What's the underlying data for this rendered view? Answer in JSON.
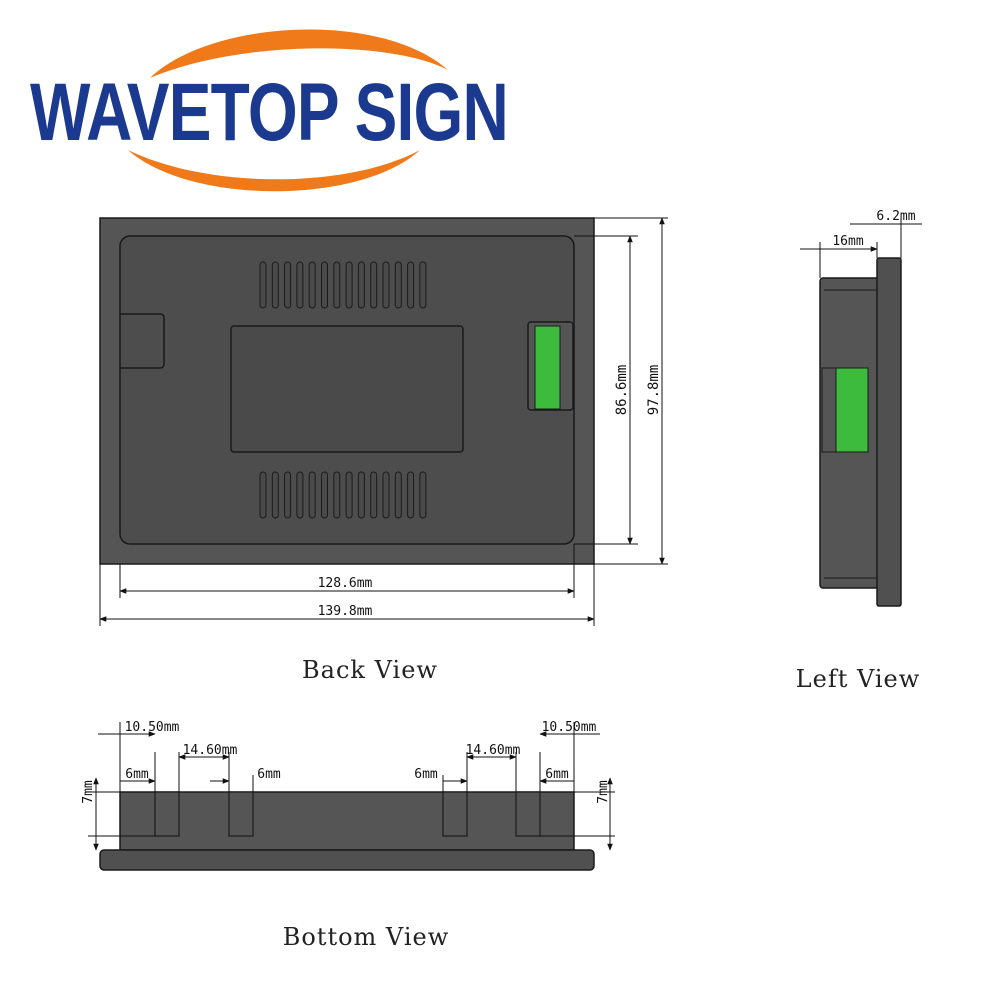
{
  "brand": {
    "name": "WAVETOP SIGN",
    "colors": {
      "text": "#1b3a8f",
      "swoosh": "#f07a1a"
    }
  },
  "views": {
    "back": "Back View",
    "left": "Left View",
    "bottom": "Bottom View"
  },
  "dimensions": {
    "back_inner_width": "128.6mm",
    "back_outer_width": "139.8mm",
    "back_inner_height": "86.6mm",
    "back_outer_height": "97.8mm",
    "left_depth": "16mm",
    "left_bezel": "6.2mm",
    "bottom_offset_left": "10.50mm",
    "bottom_offset_right": "10.50mm",
    "bottom_spacing_left": "14.60mm",
    "bottom_spacing_right": "14.60mm",
    "slot_left_a": "6mm",
    "slot_left_b": "6mm",
    "slot_right_a": "6mm",
    "slot_right_b": "6mm",
    "height_left": "7mm",
    "height_right": "7mm"
  },
  "colors": {
    "body": "#555555",
    "panel": "#4a4a4a",
    "outline": "#1a1a1a",
    "connector": "#3dbb3d"
  }
}
